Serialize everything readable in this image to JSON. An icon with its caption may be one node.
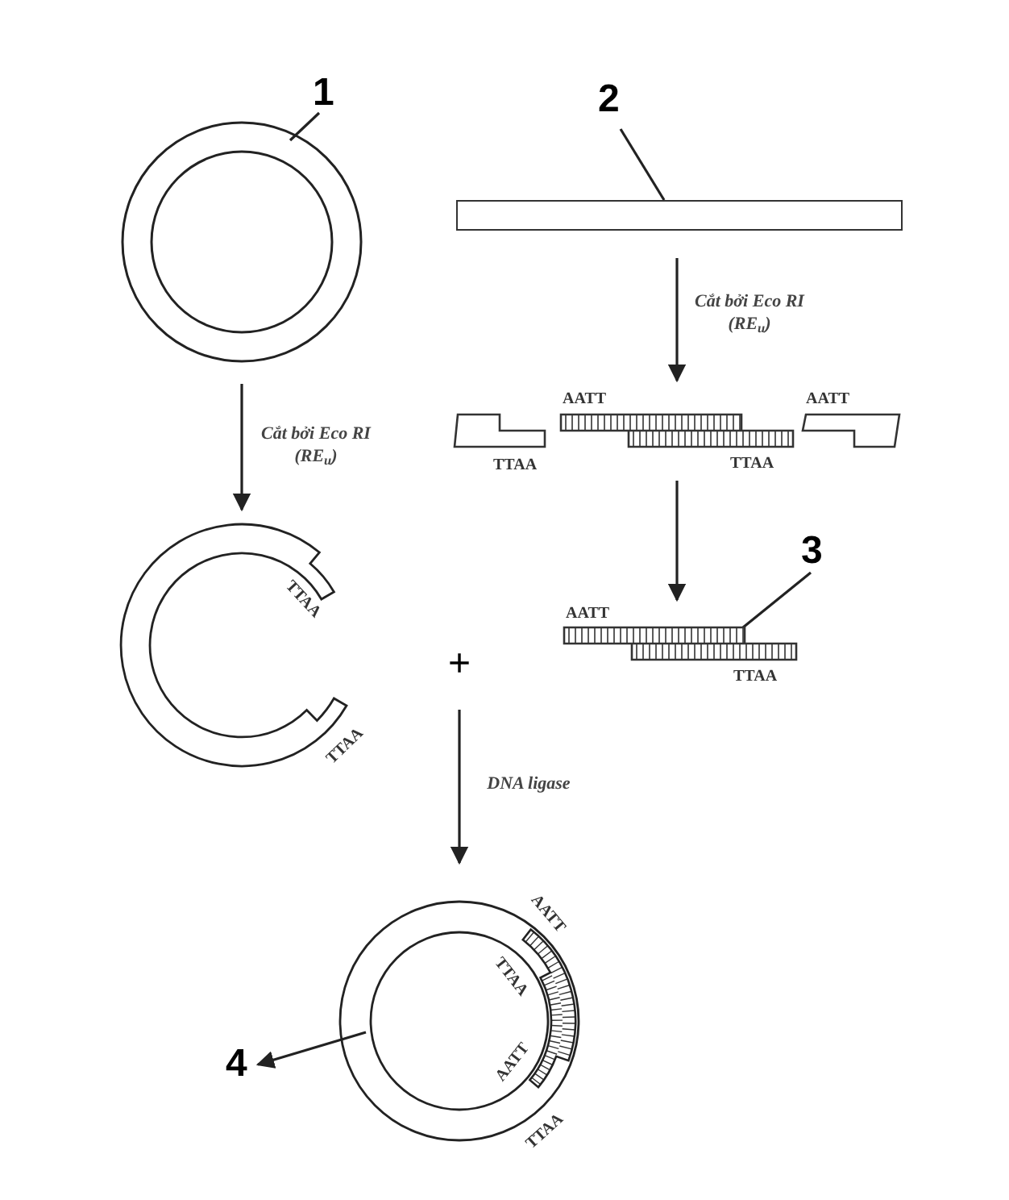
{
  "diagram": {
    "nodes": [
      {
        "text": [
          "1"
        ]
      },
      {
        "text": [],
        "shape": "circle"
      },
      {
        "text": [
          "2"
        ]
      },
      {
        "text": [],
        "shape": "bar"
      },
      {
        "text": [
          "TTAA"
        ]
      },
      {
        "text": [
          "AATT",
          "TTAA"
        ]
      },
      {
        "text": [
          "AATT"
        ]
      },
      {
        "text": [
          "3"
        ]
      },
      {
        "text": [
          "AATT",
          "TTAA"
        ]
      },
      {
        "text": [
          "TTAA",
          "TTAA"
        ]
      },
      {
        "text": [
          "4"
        ]
      },
      {
        "text": [
          "AATT",
          "TTAA",
          "AATT",
          "TTAA"
        ]
      }
    ],
    "edges": [
      {
        "from": 0,
        "to": 1,
        "arrow": "none"
      },
      {
        "from": 2,
        "to": 3,
        "arrow": "none"
      },
      {
        "from": 1,
        "to": 9,
        "arrow": "to",
        "label": "Cắt bởi Eco RI (RE$_{u}$)"
      },
      {
        "from": 3,
        "to": 5,
        "arrow": "to",
        "label": "Cắt bởi Eco RI (RE$_{u}$)"
      },
      {
        "from": 5,
        "to": 8,
        "arrow": "to"
      },
      {
        "from": 7,
        "to": 8,
        "arrow": "none"
      },
      {
        "from": null,
        "to": 11,
        "arrow": "to",
        "label": "DNA ligase"
      },
      {
        "from": 11,
        "to": 10,
        "arrow": "to"
      }
    ],
    "labels": [
      "+"
    ]
  }
}
